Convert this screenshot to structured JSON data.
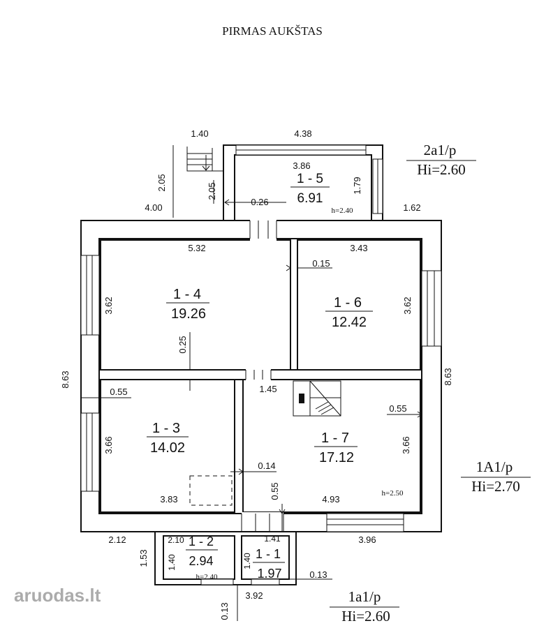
{
  "title": "PIRMAS AUKŠTAS",
  "watermark": "aruodas.lt",
  "level_labels": {
    "top_right": {
      "code": "2a1/p",
      "height": "Hi=2.60"
    },
    "right": {
      "code": "1A1/p",
      "height": "Hi=2.70"
    },
    "bottom": {
      "code": "1a1/p",
      "height": "Hi=2.60"
    }
  },
  "rooms": {
    "r1_5": {
      "id": "1 - 5",
      "area": "6.91",
      "h": "h=2.40"
    },
    "r1_4": {
      "id": "1 - 4",
      "area": "19.26"
    },
    "r1_6": {
      "id": "1 - 6",
      "area": "12.42"
    },
    "r1_3": {
      "id": "1 - 3",
      "area": "14.02"
    },
    "r1_7": {
      "id": "1 - 7",
      "area": "17.12",
      "h": "h=2.50"
    },
    "r1_2": {
      "id": "1 - 2",
      "area": "2.94",
      "h": "h=2.40"
    },
    "r1_1": {
      "id": "1 - 1",
      "area": "1.97"
    }
  },
  "dims": {
    "d_140_top": "1.40",
    "d_438": "4.38",
    "d_386": "3.86",
    "d_205_outer": "2.05",
    "d_205_inner": "2.05",
    "d_179": "1.79",
    "d_026": "0.26",
    "d_400": "4.00",
    "d_162": "1.62",
    "d_532": "5.32",
    "d_343": "3.43",
    "d_015": "0.15",
    "d_362_left": "3.62",
    "d_362_right": "3.62",
    "d_025": "0.25",
    "d_863_left": "8.63",
    "d_863_right": "8.63",
    "d_055_left": "0.55",
    "d_145": "1.45",
    "d_055_right": "0.55",
    "d_366_left": "3.66",
    "d_366_right": "3.66",
    "d_014": "0.14",
    "d_055_mid": "0.55",
    "d_383": "3.83",
    "d_493": "4.93",
    "d_212": "2.12",
    "d_210": "2.10",
    "d_141": "1.41",
    "d_396": "3.96",
    "d_153": "1.53",
    "d_140_r12": "1.40",
    "d_140_r11": "1.40",
    "d_013_right": "0.13",
    "d_013_bottom": "0.13",
    "d_392": "3.92"
  }
}
